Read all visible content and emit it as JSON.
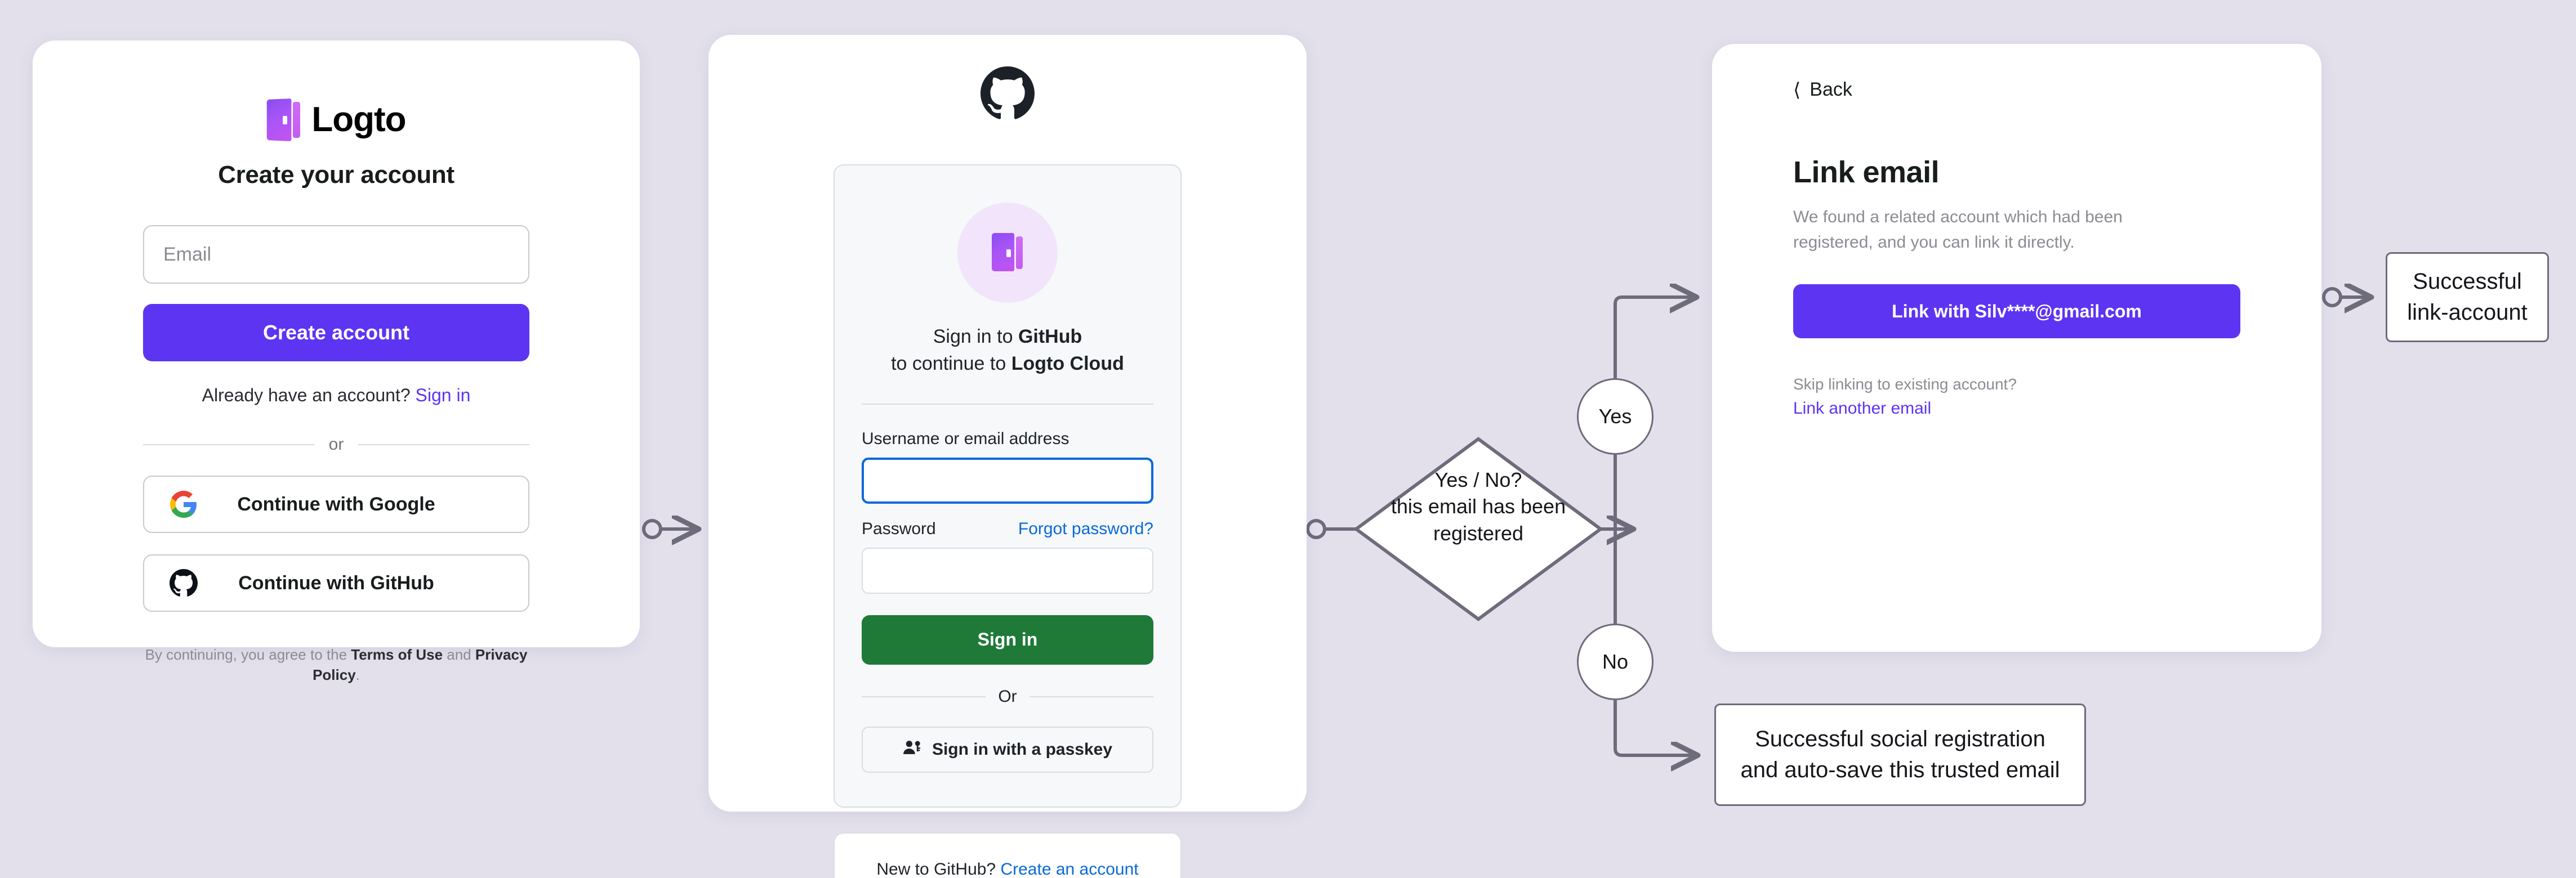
{
  "theme": {
    "background": "#e3e0ec",
    "brand_purple": "#5d34f2",
    "github_green": "#1f7a38",
    "github_blue": "#0969da",
    "flow_stroke": "#6e6b7b"
  },
  "signup_card": {
    "brand_name": "Logto",
    "logo_icon": "logto-door-icon",
    "title": "Create your account",
    "email_placeholder": "Email",
    "create_account_label": "Create account",
    "have_account_text": "Already have an account?",
    "sign_in_link": "Sign in",
    "divider_label": "or",
    "social": [
      {
        "icon": "google-icon",
        "label": "Continue with Google"
      },
      {
        "icon": "github-icon",
        "label": "Continue with GitHub"
      }
    ],
    "legal": {
      "prefix": "By continuing, you agree to the ",
      "terms": "Terms of Use",
      "middle": " and ",
      "privacy": "Privacy Policy",
      "suffix": "."
    }
  },
  "github_card": {
    "header_icon": "github-mark-icon",
    "app_icon": "logto-door-icon",
    "signin_line1_prefix": "Sign in to ",
    "signin_line1_strong": "GitHub",
    "signin_line2_prefix": "to continue to ",
    "signin_line2_strong": "Logto Cloud",
    "username_label": "Username or email address",
    "username_value": "",
    "password_label": "Password",
    "password_value": "",
    "forgot_password_label": "Forgot password?",
    "sign_in_label": "Sign in",
    "divider_label": "Or",
    "passkey_icon": "person-key-icon",
    "passkey_label": "Sign in with a passkey",
    "new_to_github_text": "New to GitHub?",
    "create_account_link": "Create an account"
  },
  "link_card": {
    "back_icon": "chevron-left-icon",
    "back_label": "Back",
    "title": "Link email",
    "description": "We found a related account which had been registered, and you can link it directly.",
    "link_button_label": "Link with Silv****@gmail.com",
    "skip_question": "Skip linking to existing account?",
    "link_another_label": "Link another email"
  },
  "flow": {
    "decision_line1": "Yes / No?",
    "decision_line2": "this email has been",
    "decision_line3": "registered",
    "yes_label": "Yes",
    "no_label": "No",
    "link_success_line1": "Successful",
    "link_success_line2": "link-account",
    "social_success_line1": "Successful social registration",
    "social_success_line2": "and auto-save this trusted email"
  }
}
